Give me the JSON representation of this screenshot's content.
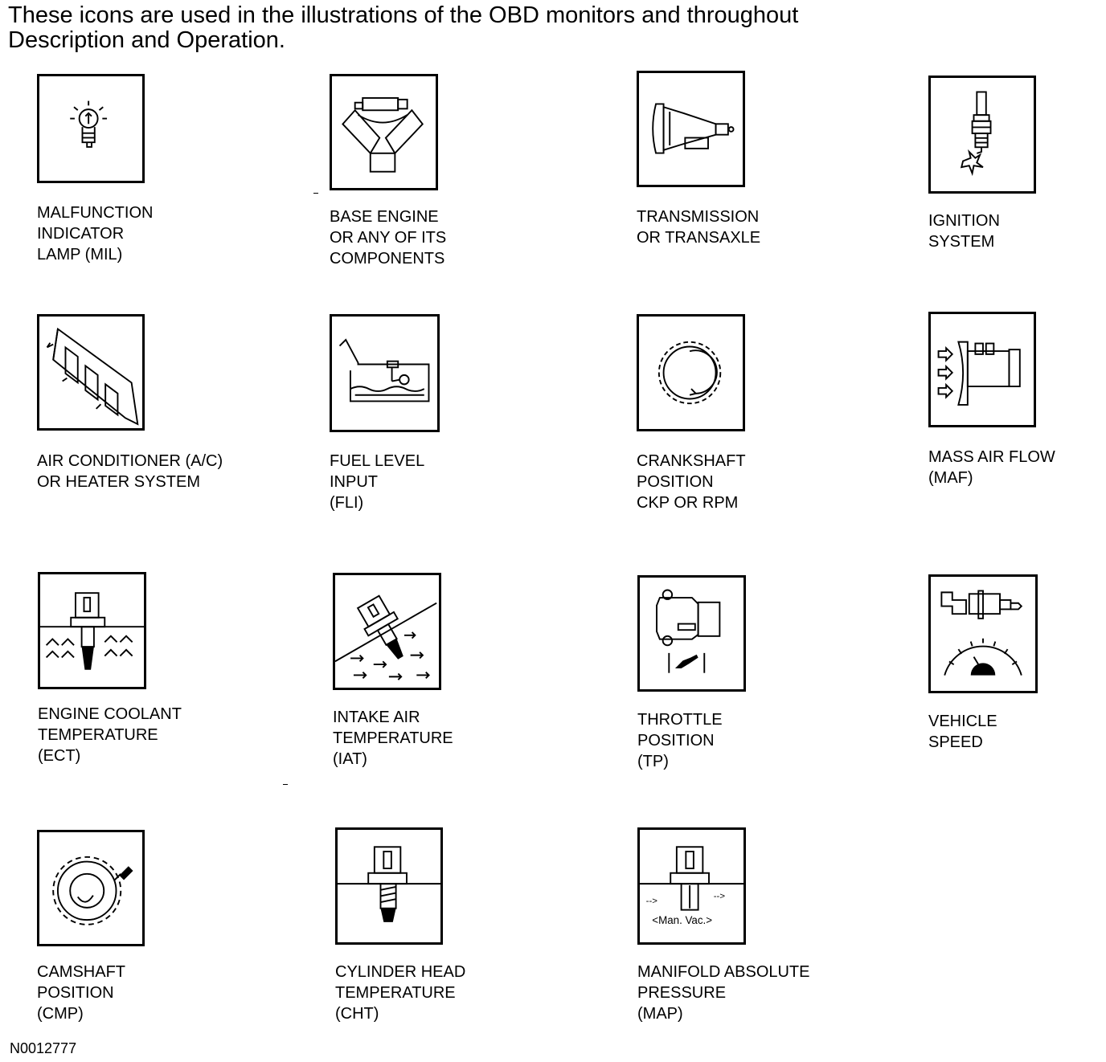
{
  "intro": {
    "line1": "These icons are used in the illustrations of the OBD monitors and throughout",
    "line2": "Description   and Operation."
  },
  "icons": [
    {
      "label": "MALFUNCTION\nINDICATOR\nLAMP (MIL)"
    },
    {
      "label": "BASE ENGINE\nOR ANY OF ITS\nCOMPONENTS"
    },
    {
      "label": "TRANSMISSION\nOR TRANSAXLE"
    },
    {
      "label": "IGNITION\nSYSTEM"
    },
    {
      "label": "AIR CONDITIONER (A/C)\nOR HEATER SYSTEM"
    },
    {
      "label": "FUEL LEVEL\nINPUT\n(FLI)"
    },
    {
      "label": "CRANKSHAFT\nPOSITION\nCKP OR RPM"
    },
    {
      "label": "MASS AIR FLOW\n(MAF)"
    },
    {
      "label": "ENGINE COOLANT\nTEMPERATURE\n(ECT)"
    },
    {
      "label": "INTAKE AIR\nTEMPERATURE\n(IAT)"
    },
    {
      "label": "THROTTLE\nPOSITION\n(TP)"
    },
    {
      "label": "VEHICLE\nSPEED"
    },
    {
      "label": "CAMSHAFT\nPOSITION\n(CMP)"
    },
    {
      "label": "CYLINDER HEAD\nTEMPERATURE\n(CHT)"
    },
    {
      "label": "MANIFOLD ABSOLUTE\nPRESSURE\n(MAP)"
    }
  ],
  "map_icon_text": "<Man. Vac.>",
  "figure_id": "N0012777"
}
